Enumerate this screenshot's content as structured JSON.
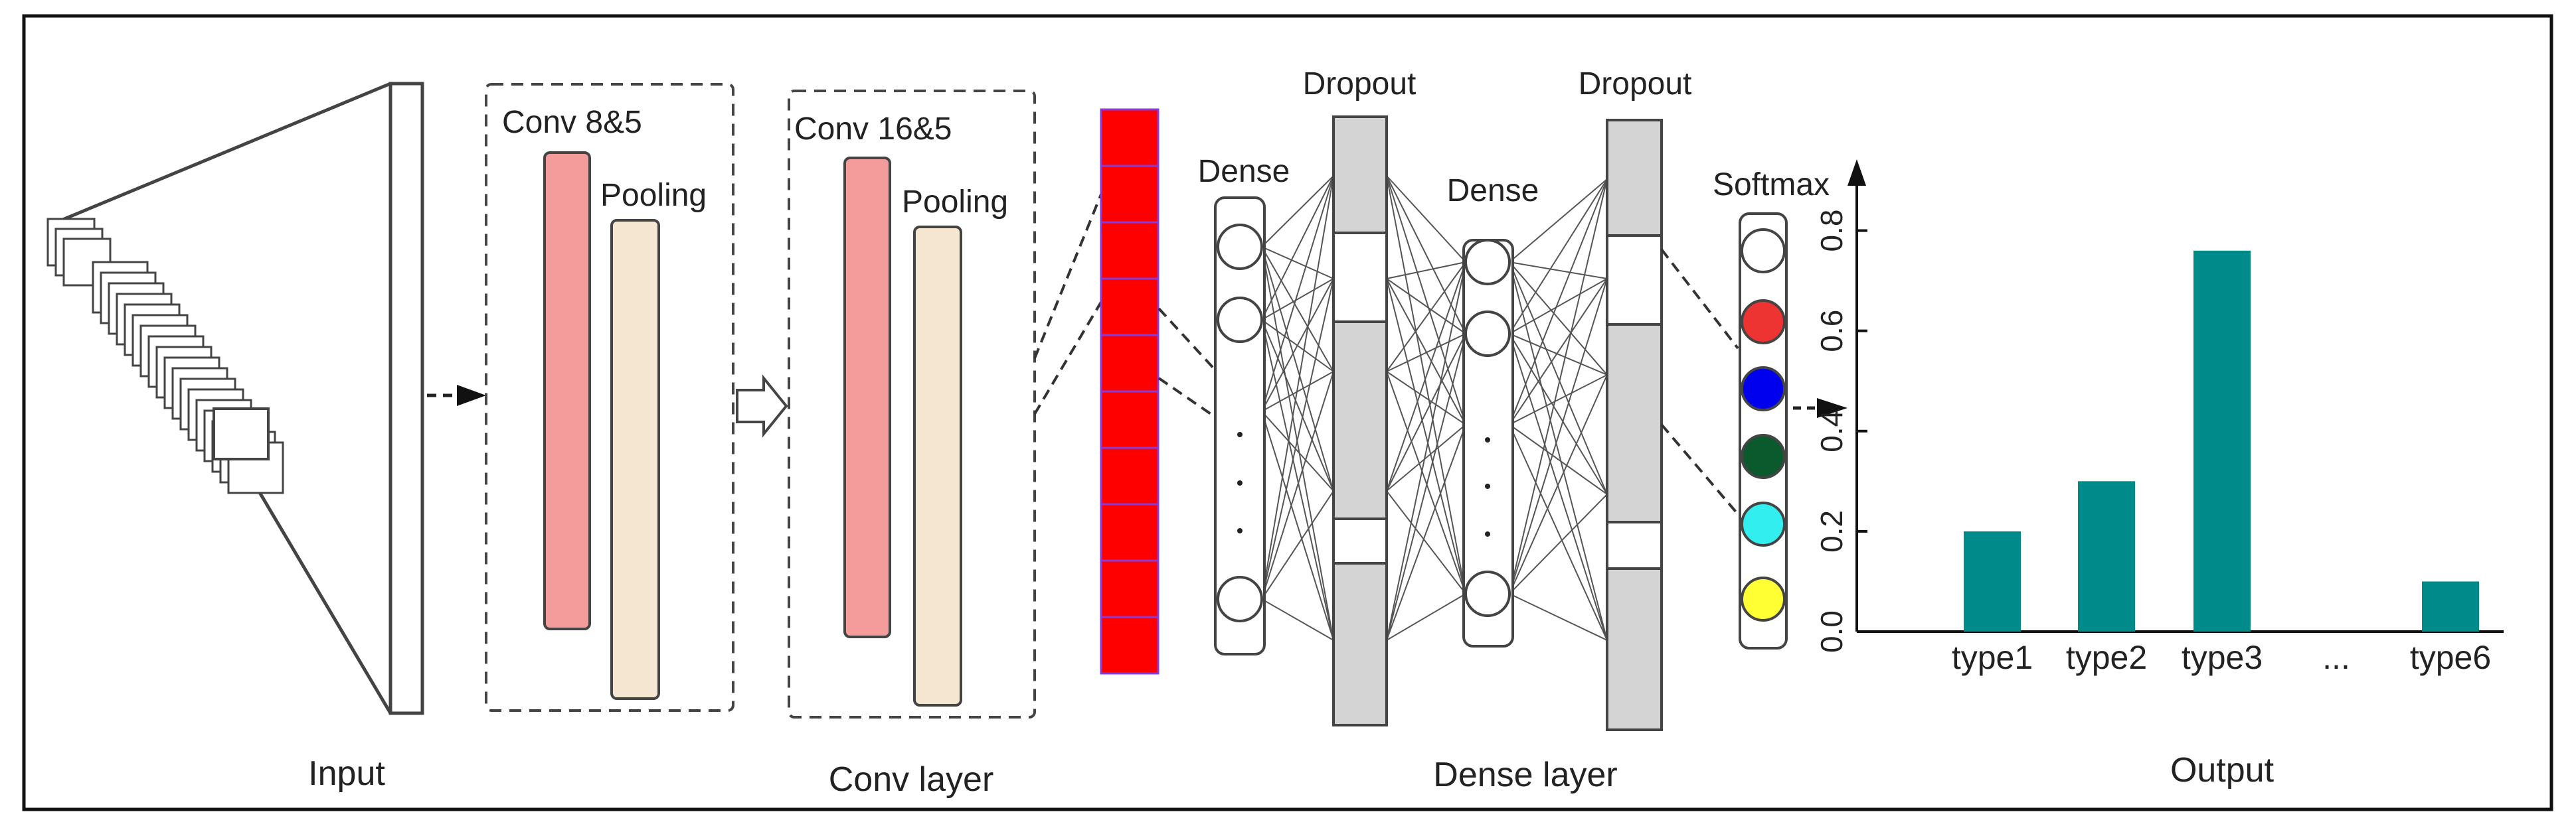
{
  "labels": {
    "conv1": "Conv 8&5",
    "pooling1": "Pooling",
    "conv2": "Conv 16&5",
    "pooling2": "Pooling",
    "dense1": "Dense",
    "dropout1": "Dropout",
    "dense2": "Dense",
    "dropout2": "Dropout",
    "softmax": "Softmax"
  },
  "sections": {
    "input": "Input",
    "conv_layer": "Conv layer",
    "dense_layer": "Dense layer",
    "output": "Output"
  },
  "softmax_nodes": [
    "#ffffff",
    "#ee3333",
    "#0000ee",
    "#0a5a2e",
    "#33eeee",
    "#ffff33"
  ],
  "colors": {
    "conv": "#f49b9b",
    "pooling": "#f5e6d2",
    "flatten": "#ff0000",
    "flatten_border": "#8a3ad9",
    "dropout_fill": "#d4d4d4",
    "bar": "#008b8b"
  },
  "chart_data": {
    "type": "bar",
    "categories": [
      "type1",
      "type2",
      "type3",
      "...",
      "type6"
    ],
    "values": [
      0.2,
      0.3,
      0.76,
      null,
      0.1
    ],
    "ytick_labels": [
      "0.0",
      "0.2",
      "0.4",
      "0.6",
      "0.8"
    ],
    "ylim": [
      0,
      0.9
    ],
    "grid": false
  }
}
